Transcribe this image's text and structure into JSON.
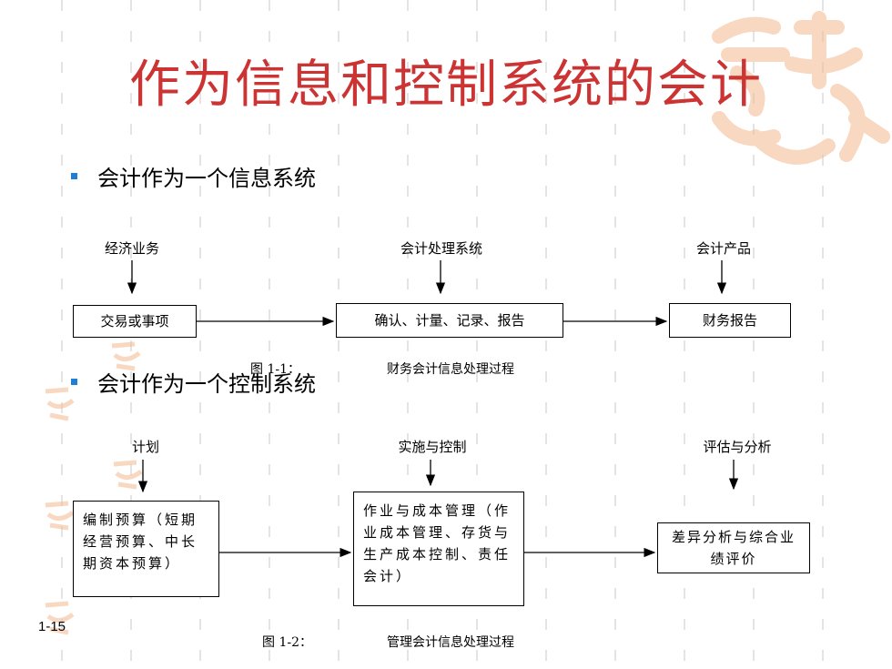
{
  "colors": {
    "title": "#cc3333",
    "bullet": "#1f7fd6",
    "watermark": "#f3b98d"
  },
  "title": "作为信息和控制系统的会计",
  "bullets": [
    "会计作为一个信息系统",
    "会计作为一个控制系统"
  ],
  "diagram1": {
    "labels": [
      "经济业务",
      "会计处理系统",
      "会计产品"
    ],
    "boxes": [
      "交易或事项",
      "确认、计量、记录、报告",
      "财务报告"
    ],
    "caption_prefix": "图 1-1：",
    "caption": "财务会计信息处理过程"
  },
  "diagram2": {
    "labels": [
      "计划",
      "实施与控制",
      "评估与分析"
    ],
    "boxes": [
      "编制预算（短期经营预算、中长期资本预算）",
      "作业与成本管理（作业成本管理、存货与生产成本控制、责任会计）",
      "差异分析与综合业绩评价"
    ],
    "caption_prefix": "图 1-2：",
    "caption": "管理会计信息处理过程"
  },
  "slide_number": "1-15",
  "watermark_icon": "seal-watermark-icon"
}
